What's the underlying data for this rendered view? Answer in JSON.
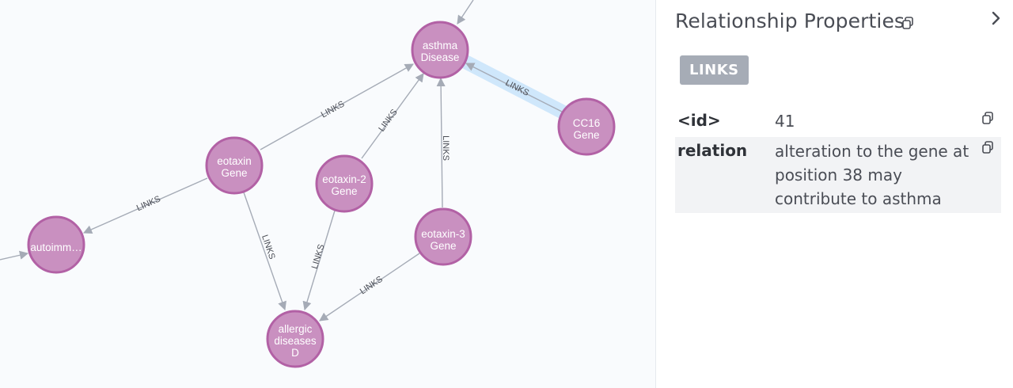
{
  "graph": {
    "nodes": {
      "asthma": {
        "line1": "asthma",
        "line2": "Disease"
      },
      "cc16": {
        "line1": "CC16",
        "line2": "Gene"
      },
      "eotaxin": {
        "line1": "eotaxin",
        "line2": "Gene"
      },
      "eotaxin2": {
        "line1": "eotaxin-2",
        "line2": "Gene"
      },
      "eotaxin3": {
        "line1": "eotaxin-3",
        "line2": "Gene"
      },
      "autoimm": {
        "line1": "autoimm…"
      },
      "allergic": {
        "line1": "allergic",
        "line2": "diseases",
        "line3": "D"
      }
    },
    "edge_label": "LINKS"
  },
  "panel": {
    "title": "Relationship Properties",
    "type_badge": "LINKS",
    "properties": [
      {
        "key": "<id>",
        "value": "41"
      },
      {
        "key": "relation",
        "value": "alteration to the gene at position 38 may contribute to asthma"
      }
    ]
  },
  "colors": {
    "node_fill": "#c990c0",
    "node_stroke": "#b261a5",
    "edge": "#a5abb6",
    "selected_edge_highlight": "#cfe7fb",
    "badge": "#a6acb6"
  }
}
